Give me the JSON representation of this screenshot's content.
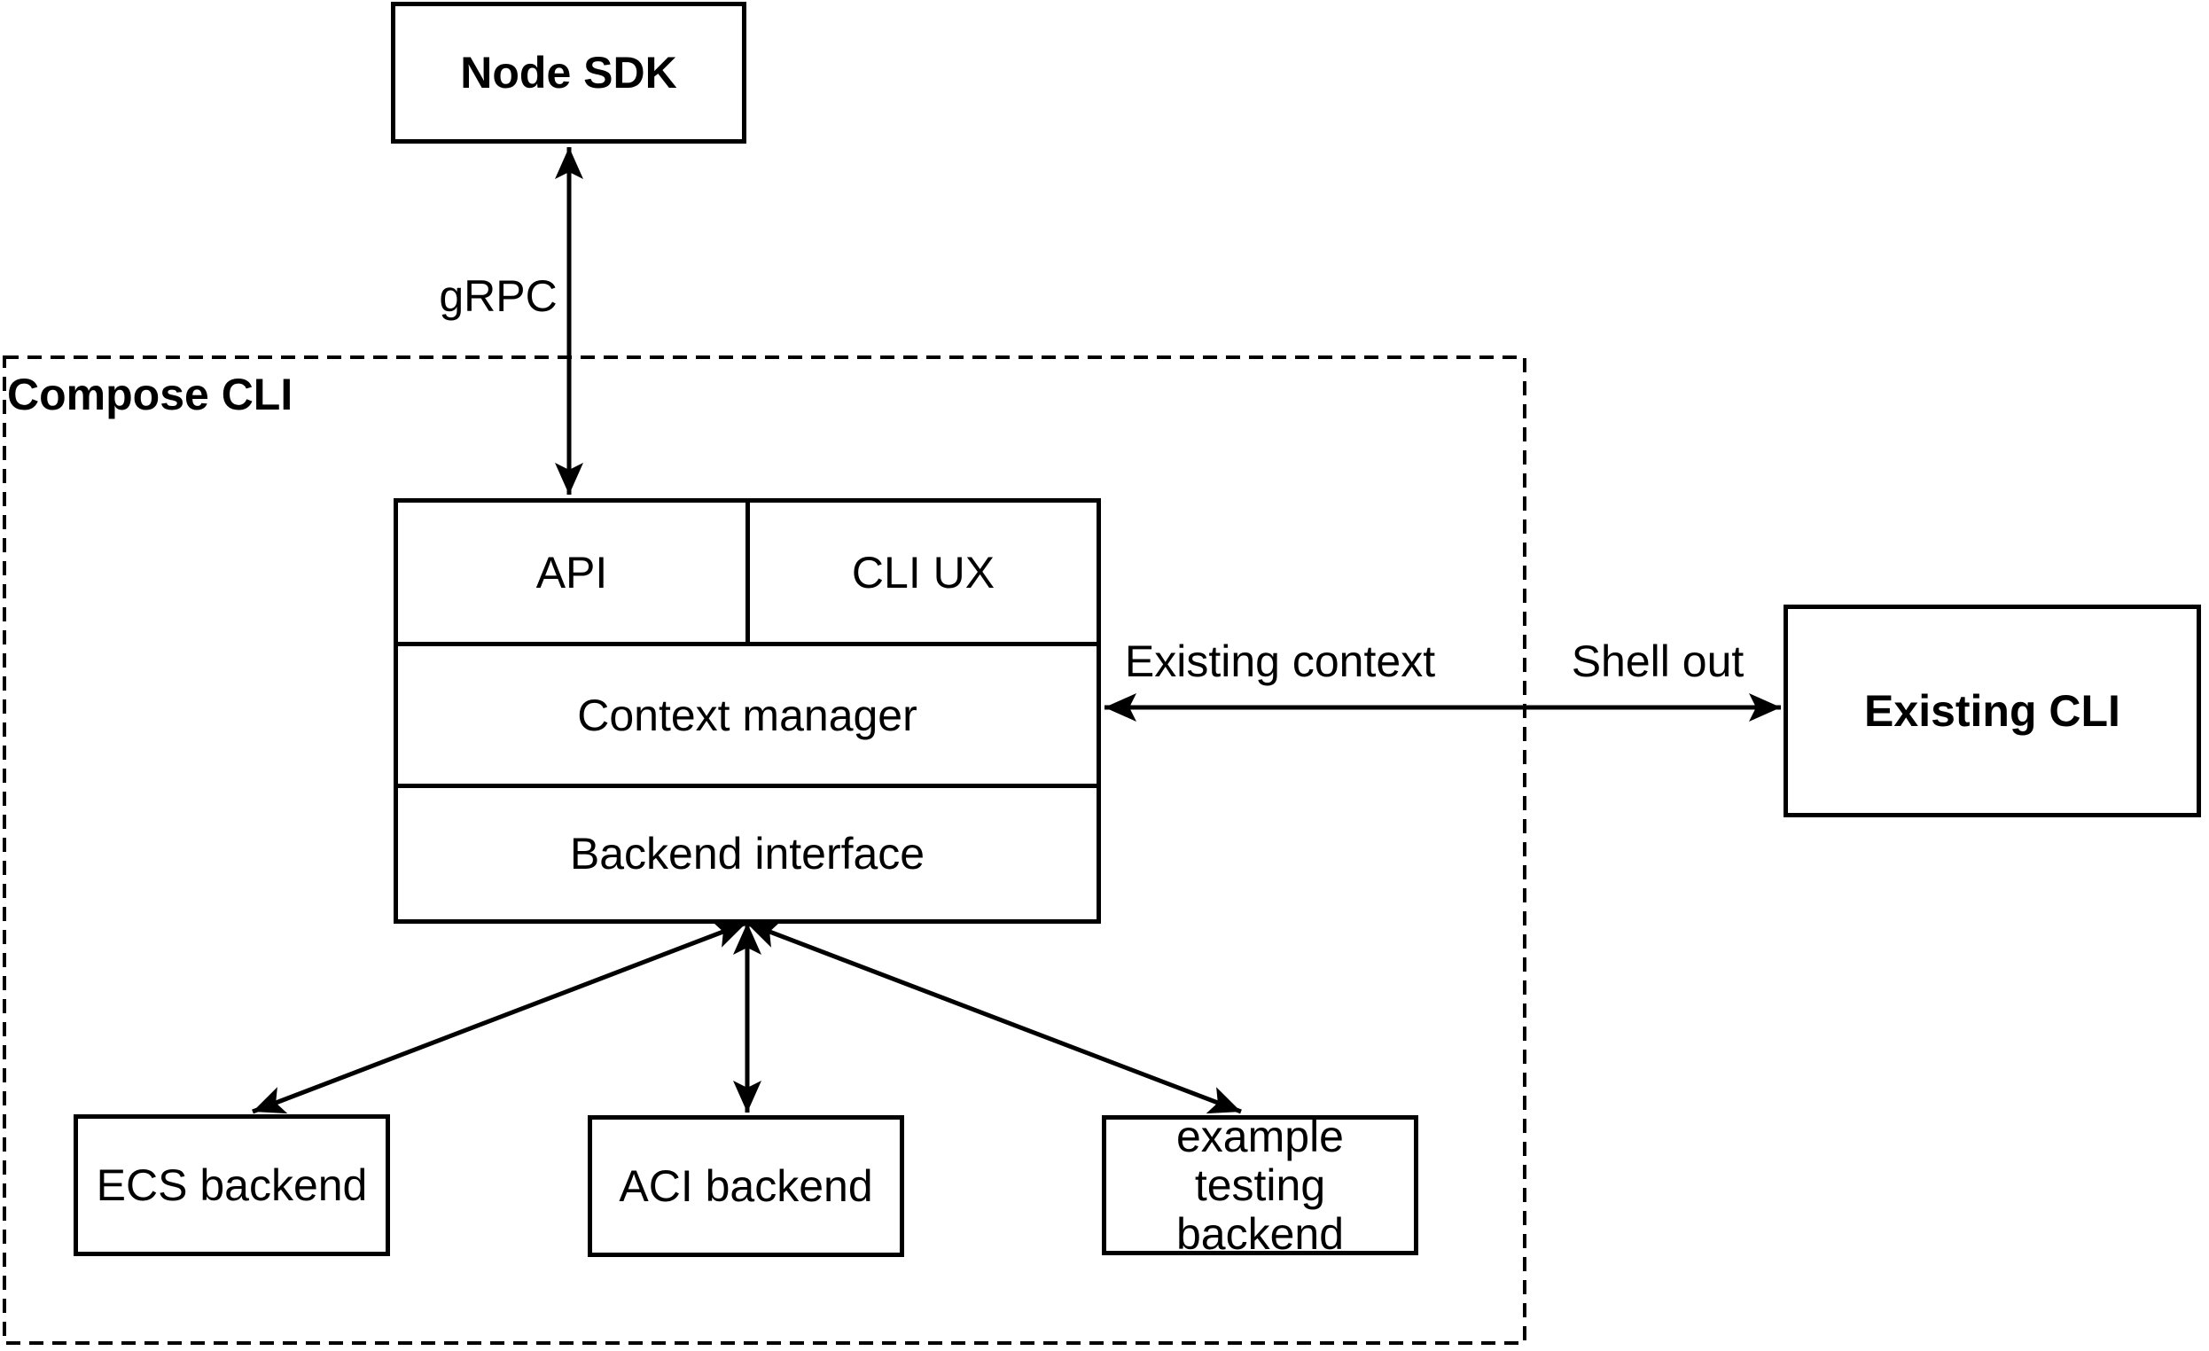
{
  "colors": {
    "stroke": "#000000",
    "background": "#ffffff",
    "text": "#000000"
  },
  "container": {
    "label": "Compose CLI"
  },
  "nodes": {
    "node_sdk": "Node SDK",
    "api": "API",
    "cli_ux": "CLI UX",
    "context_manager": "Context manager",
    "backend_interface": "Backend interface",
    "existing_cli": "Existing CLI",
    "ecs_backend": "ECS backend",
    "aci_backend": "ACI backend",
    "example_testing_backend": "example testing backend"
  },
  "edge_labels": {
    "grpc": "gRPC",
    "existing_context": "Existing context",
    "shell_out": "Shell out"
  }
}
